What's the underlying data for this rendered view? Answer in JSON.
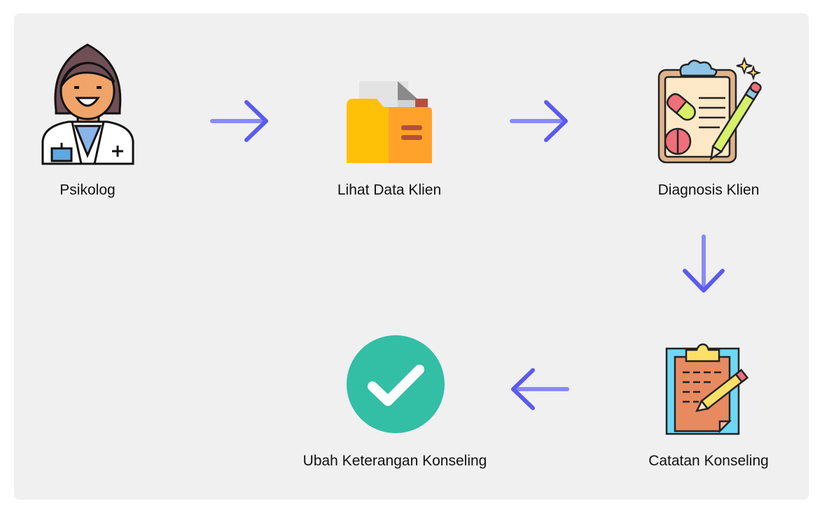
{
  "steps": [
    {
      "label": "Psikolog",
      "icon": "psychologist-icon"
    },
    {
      "label": "Lihat Data Klien",
      "icon": "folder-icon"
    },
    {
      "label": "Diagnosis Klien",
      "icon": "diagnosis-clipboard-icon"
    },
    {
      "label": "Catatan Konseling",
      "icon": "notes-clipboard-icon"
    },
    {
      "label": "Ubah Keterangan Konseling",
      "icon": "check-circle-icon"
    }
  ],
  "colors": {
    "background": "#f0f0f0",
    "arrow": "#5b5bf0",
    "arrow_light": "#8a8af5",
    "check": "#33bea6"
  }
}
